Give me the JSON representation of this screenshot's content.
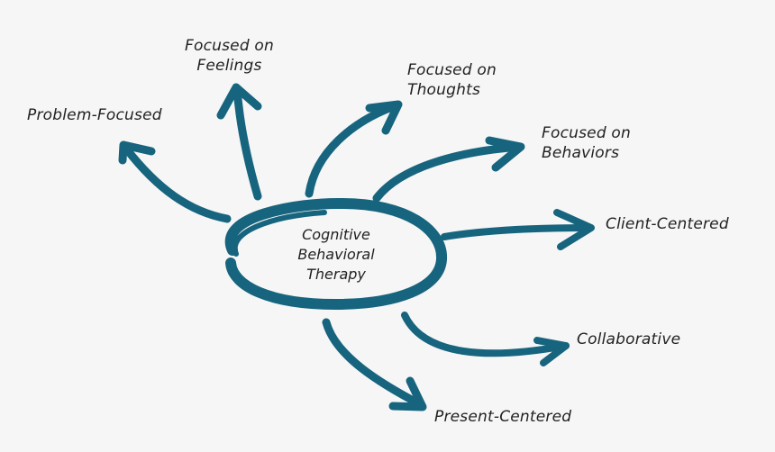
{
  "diagram": {
    "center_label": [
      "Cognitive",
      "Behavioral",
      "Therapy"
    ],
    "branches": [
      {
        "id": "problem-focused",
        "lines": [
          "Problem-Focused"
        ]
      },
      {
        "id": "focused-on-feelings",
        "lines": [
          "Focused on",
          "Feelings"
        ]
      },
      {
        "id": "focused-on-thoughts",
        "lines": [
          "Focused on",
          "Thoughts"
        ]
      },
      {
        "id": "focused-on-behaviors",
        "lines": [
          "Focused on",
          "Behaviors"
        ]
      },
      {
        "id": "client-centered",
        "lines": [
          "Client-Centered"
        ]
      },
      {
        "id": "collaborative",
        "lines": [
          "Collaborative"
        ]
      },
      {
        "id": "present-centered",
        "lines": [
          "Present-Centered"
        ]
      }
    ],
    "colors": {
      "stroke": "#17647e",
      "background": "#f6f6f6",
      "text": "#222222"
    }
  }
}
